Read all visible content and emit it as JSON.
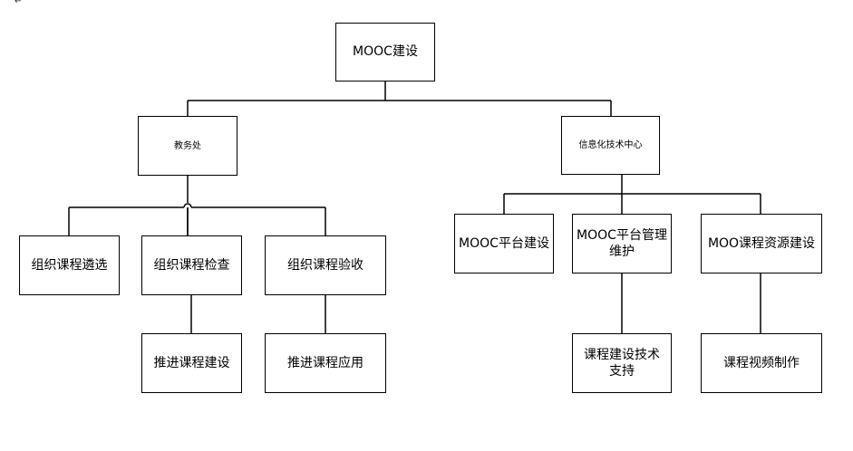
{
  "corner_mark": "↵",
  "chart": {
    "root": "MOOC建设",
    "branches": [
      {
        "label": "教务处",
        "children": [
          {
            "label": "组织课程遴选"
          },
          {
            "label": "组织课程检查",
            "child": "推进课程建设"
          },
          {
            "label": "组织课程验收",
            "child": "推进课程应用"
          }
        ]
      },
      {
        "label": "信息化技术中心",
        "children": [
          {
            "label": "MOOC平台建设"
          },
          {
            "label": "MOOC平台管理\n维护",
            "child": "课程建设技术\n支持"
          },
          {
            "label": "MOO课程资源建设",
            "child": "课程视频制作"
          }
        ]
      }
    ]
  }
}
